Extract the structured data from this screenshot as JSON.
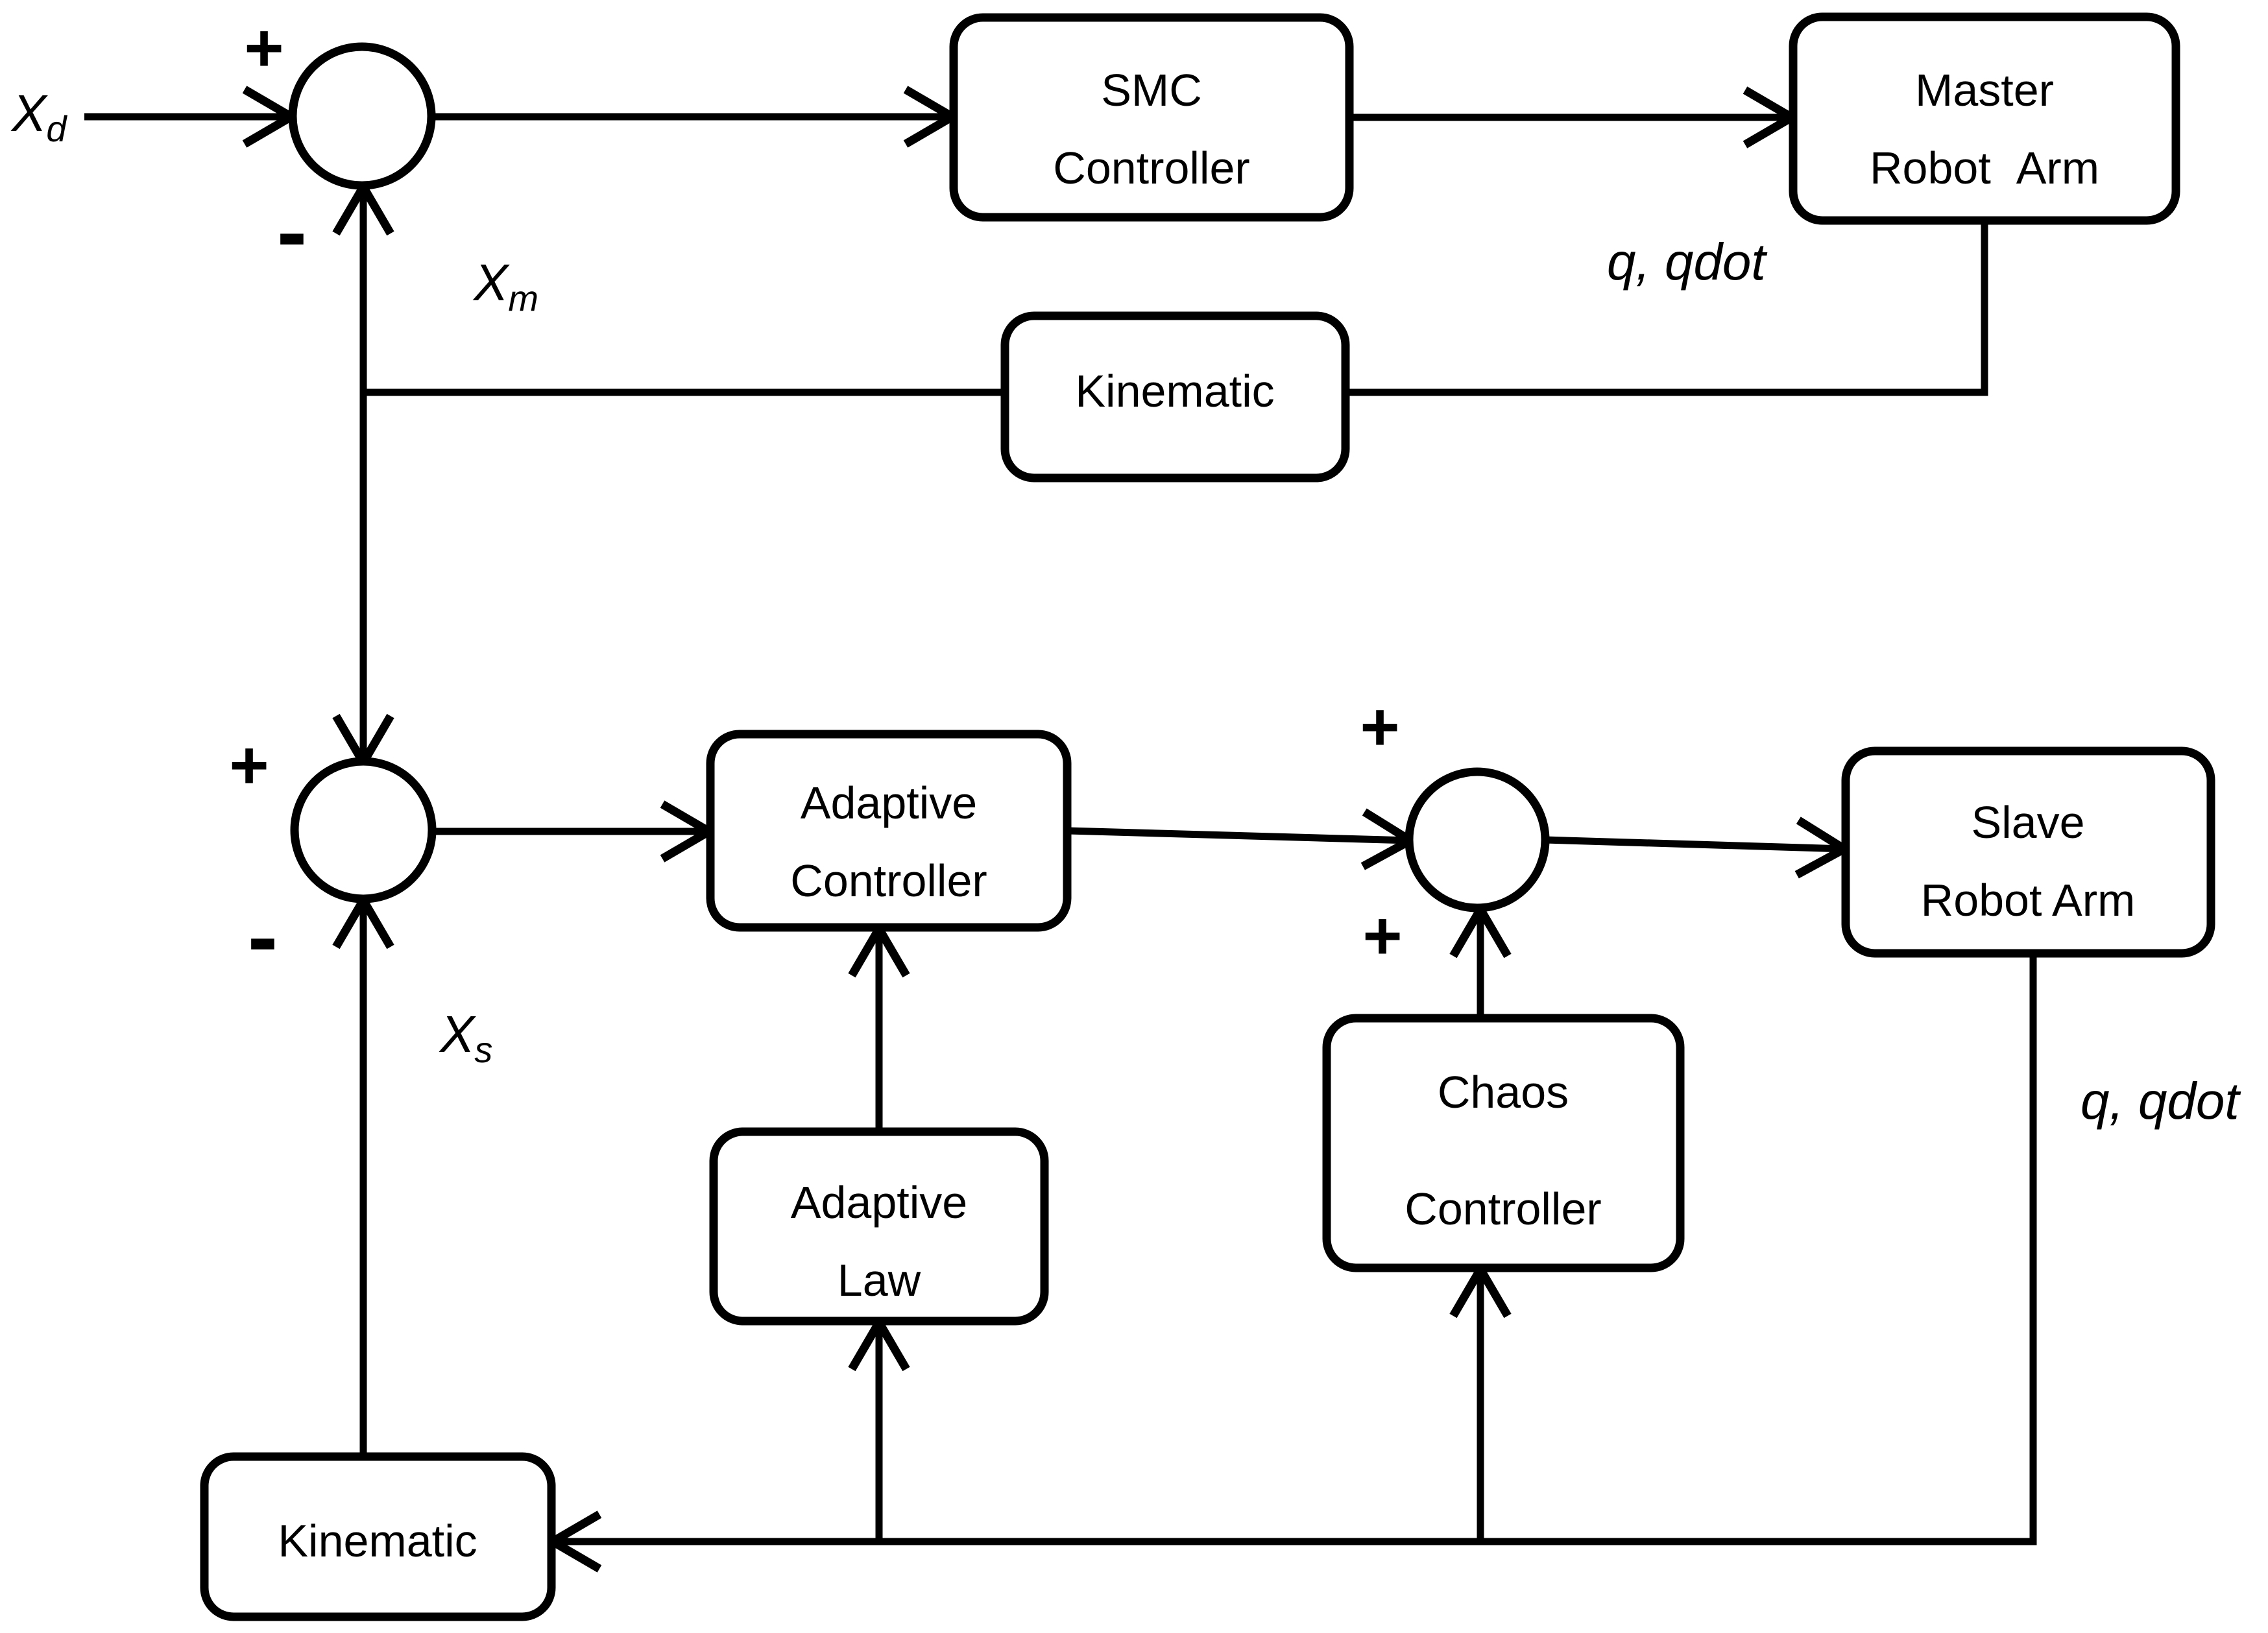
{
  "diagram": {
    "background_color": "#ffffff",
    "line_color": "#000000",
    "blocks": {
      "smc_controller": {
        "line1": "SMC",
        "line2": "Controller"
      },
      "master_robot_arm": {
        "line1": "Master",
        "line2": "Robot  Arm"
      },
      "kinematic_top": {
        "line1": "Kinematic"
      },
      "adaptive_controller": {
        "line1": "Adaptive",
        "line2": "Controller"
      },
      "slave_robot_arm": {
        "line1": "Slave",
        "line2": "Robot Arm"
      },
      "chaos_controller": {
        "line1": "Chaos",
        "line2": "Controller"
      },
      "adaptive_law": {
        "line1": "Adaptive",
        "line2": "Law"
      },
      "kinematic_bottom": {
        "line1": "Kinematic"
      }
    },
    "signals": {
      "xd_base": "X",
      "xd_sub": "d",
      "xm_base": "X",
      "xm_sub": "m",
      "xs_base": "X",
      "xs_sub": "s",
      "q_qdot_master": "q, qdot",
      "q_qdot_slave": "q, qdot"
    },
    "signs": {
      "sum1_plus": "+",
      "sum1_minus": "-",
      "sum2_plus": "+",
      "sum2_minus": "-",
      "sum3_plus_top": "+",
      "sum3_plus_bottom": "+"
    }
  }
}
